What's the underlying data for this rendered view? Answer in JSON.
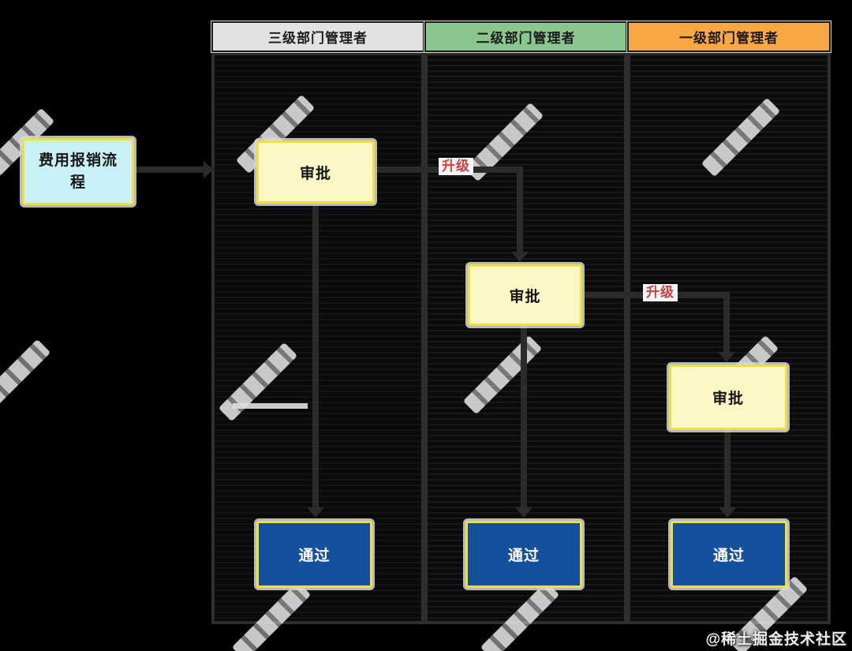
{
  "diagram": {
    "title_node": {
      "label": "费用报销流程"
    },
    "lanes": [
      {
        "label": "三级部门管理者",
        "header_color": "#e2e2e2"
      },
      {
        "label": "二级部门管理者",
        "header_color": "#8ac78e"
      },
      {
        "label": "一级部门管理者",
        "header_color": "#f7a844"
      }
    ],
    "approvals": [
      {
        "label": "审批",
        "lane": "三级部门管理者"
      },
      {
        "label": "审批",
        "lane": "二级部门管理者"
      },
      {
        "label": "审批",
        "lane": "一级部门管理者"
      }
    ],
    "passes": [
      {
        "label": "通过",
        "lane": "三级部门管理者"
      },
      {
        "label": "通过",
        "lane": "二级部门管理者"
      },
      {
        "label": "通过",
        "lane": "一级部门管理者"
      }
    ],
    "edge_labels": [
      {
        "label": "升级"
      },
      {
        "label": "升级"
      }
    ],
    "colors": {
      "background": "#000000",
      "lane_fill": "#0b0b0b",
      "lane_border": "#2e2e2e",
      "node_start_fill": "#c9f2f8",
      "node_approve_fill": "#fdf7c5",
      "node_pass_fill": "#14509c",
      "node_border": "#f0df3e",
      "connector": "#2b2b2b",
      "edge_label_text": "#ca4440",
      "edge_label_bg": "#f6f6f6"
    }
  },
  "watermark": {
    "credit": "@稀土掘金技术社区"
  }
}
